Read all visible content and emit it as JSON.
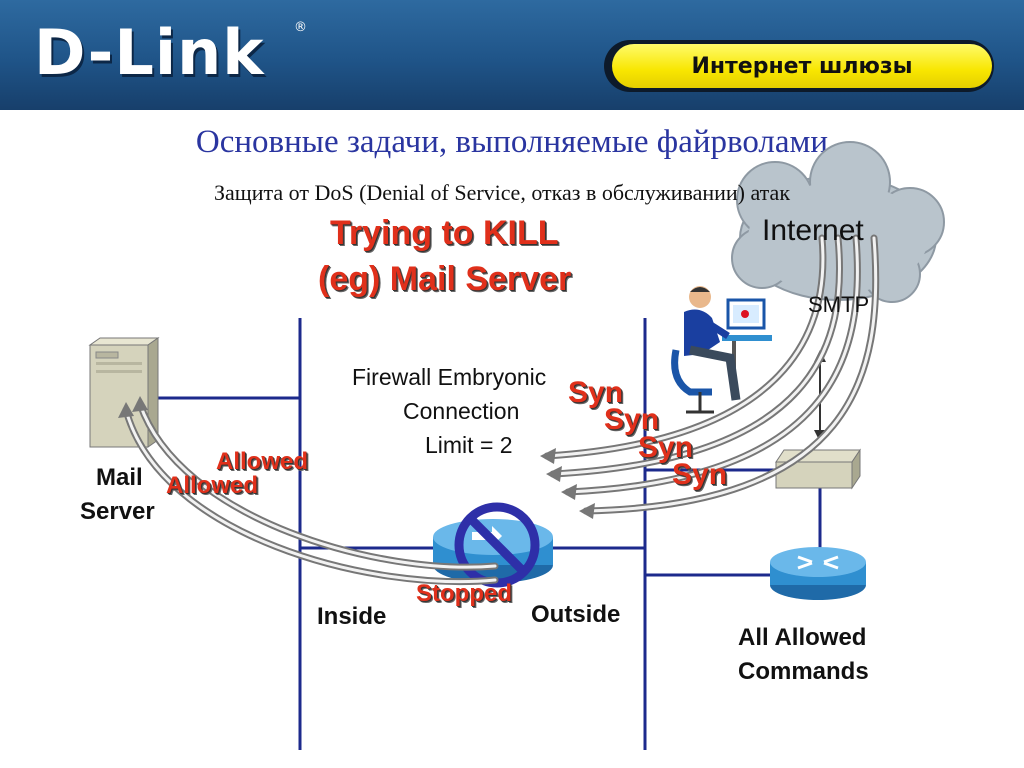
{
  "header": {
    "logo": "D-Link",
    "registered": "®",
    "badge": "Интернет шлюзы"
  },
  "slide": {
    "title": "Основные задачи, выполняемые файрволами",
    "subtitle": "Защита от DoS (Denial of Service, отказ в обслуживании) атак"
  },
  "diagram": {
    "headline_1": "Trying to KILL",
    "headline_2": "(eg) Mail Server",
    "internet": "Internet",
    "smtp": "SMTP",
    "firewall_1": "Firewall Embryonic",
    "firewall_2": "Connection",
    "firewall_3": "Limit = 2",
    "syn": [
      "Syn",
      "Syn",
      "Syn",
      "Syn"
    ],
    "allowed": [
      "Allowed",
      "Allowed"
    ],
    "stopped": "Stopped",
    "mail_server_1": "Mail",
    "mail_server_2": "Server",
    "inside": "Inside",
    "outside": "Outside",
    "commands_1": "All Allowed",
    "commands_2": "Commands"
  },
  "colors": {
    "header_blue": "#1f5488",
    "badge_yellow": "#f8e600",
    "title_blue": "#2a35a0",
    "accent_red": "#e0301b",
    "network_line": "#1c2a8c",
    "router_blue": "#2f8fd0"
  }
}
